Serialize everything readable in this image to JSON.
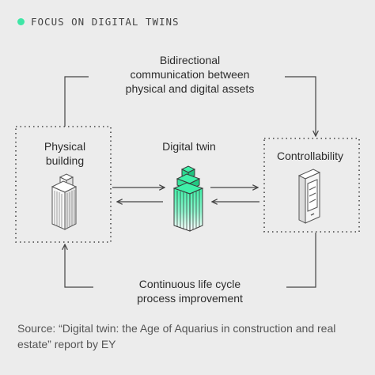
{
  "header": {
    "title": "FOCUS ON DIGITAL TWINS",
    "accent_color": "#3fe6a6"
  },
  "diagram": {
    "top_arrow_label": "Bidirectional\ncommunication between\nphysical and digital assets",
    "bottom_arrow_label": "Continuous life cycle\nprocess improvement",
    "physical_label": "Physical\nbuilding",
    "twin_label": "Digital twin",
    "control_label": "Controllability",
    "icons": {
      "physical": "building-icon",
      "twin": "digital-twin-building-icon",
      "control": "phone-icon"
    }
  },
  "source": "Source: “Digital twin: the Age of Aquarius in construction and real estate” report by EY"
}
